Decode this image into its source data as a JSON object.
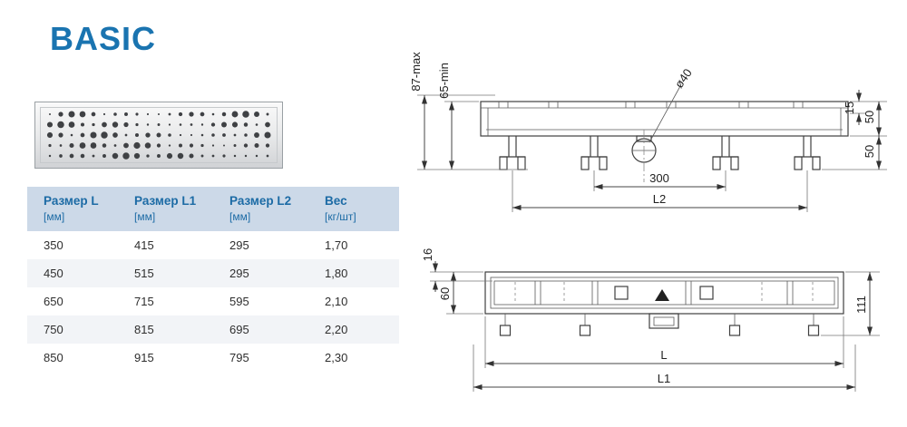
{
  "page": {
    "title": "BASIC"
  },
  "table": {
    "headers": [
      {
        "label": "Размер L",
        "unit": "[мм]"
      },
      {
        "label": "Размер L1",
        "unit": "[мм]"
      },
      {
        "label": "Размер L2",
        "unit": "[мм]"
      },
      {
        "label": "Вес",
        "unit": "[кг/шт]"
      }
    ],
    "rows": [
      [
        "350",
        "415",
        "295",
        "1,70"
      ],
      [
        "450",
        "515",
        "295",
        "1,80"
      ],
      [
        "650",
        "715",
        "595",
        "2,10"
      ],
      [
        "750",
        "815",
        "695",
        "2,20"
      ],
      [
        "850",
        "915",
        "795",
        "2,30"
      ]
    ]
  },
  "drawings": {
    "side": {
      "h_max": "87-max",
      "h_min": "65-min",
      "d40": "ø40",
      "t15": "15",
      "d50a": "50",
      "d50b": "50",
      "w300": "300",
      "L2": "L2"
    },
    "plan": {
      "w16": "16",
      "w60": "60",
      "h111": "111",
      "L": "L",
      "L1": "L1"
    }
  },
  "colors": {
    "accent_blue": "#1a74b0",
    "table_header_bg": "#ccd9e8",
    "drawing_line": "#3f3f3f"
  }
}
